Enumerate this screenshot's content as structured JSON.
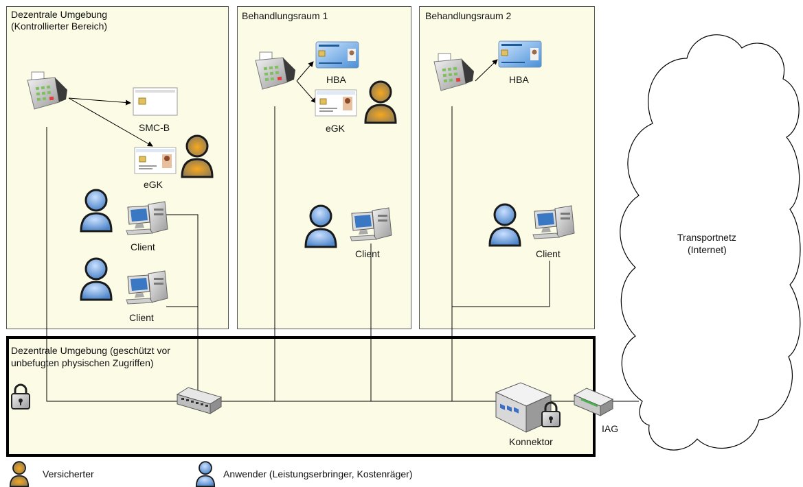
{
  "zones": {
    "controlled_area": "Dezentrale Umgebung\n(Kontrollierter Bereich)",
    "room1": "Behandlungsraum 1",
    "room2": "Behandlungsraum 2",
    "protected_area_line1": "Dezentrale Umgebung (geschützt vor",
    "protected_area_line2": "unbefugten physischen Zugriffen)"
  },
  "devices": {
    "smcb": "SMC-B",
    "egk": "eGK",
    "hba": "HBA",
    "client": "Client",
    "konnektor": "Konnektor",
    "iag": "IAG"
  },
  "cloud": {
    "line1": "Transportnetz",
    "line2": "(Internet)"
  },
  "legend": {
    "insured": "Versicherter",
    "user": "Anwender (Leistungserbringer, Kostenräger)"
  },
  "colors": {
    "zone_fill": "#fcfce6",
    "user_blue": "#6f9fd8",
    "insured_orange": "#f0a030"
  }
}
